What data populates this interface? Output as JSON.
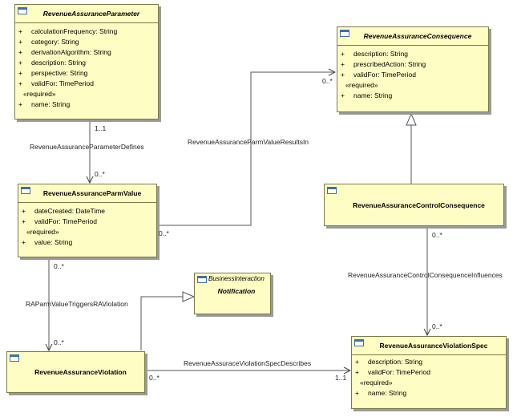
{
  "classes": {
    "param": {
      "name": "RevenueAssuranceParameter",
      "attributes": [
        {
          "vis": "+",
          "text": "calculationFrequency: String"
        },
        {
          "vis": "+",
          "text": "category: String"
        },
        {
          "vis": "+",
          "text": "derivationAlgorithm: String"
        },
        {
          "vis": "+",
          "text": "description: String"
        },
        {
          "vis": "+",
          "text": "perspective: String"
        },
        {
          "vis": "+",
          "text": "validFor: TimePeriod"
        }
      ],
      "stereotype": "«required»",
      "required": [
        {
          "vis": "+",
          "text": "name: String"
        }
      ]
    },
    "consequence": {
      "name": "RevenueAssuranceConsequence",
      "attributes": [
        {
          "vis": "+",
          "text": "description: String"
        },
        {
          "vis": "+",
          "text": "prescribedAction: String"
        },
        {
          "vis": "+",
          "text": "validFor: TimePeriod"
        }
      ],
      "stereotype": "«required»",
      "required": [
        {
          "vis": "+",
          "text": "name: String"
        }
      ]
    },
    "parmvalue": {
      "name": "RevenueAssuranceParmValue",
      "attributes": [
        {
          "vis": "+",
          "text": "dateCreated: DateTime"
        },
        {
          "vis": "+",
          "text": "validFor: TimePeriod"
        }
      ],
      "stereotype": "«required»",
      "required": [
        {
          "vis": "+",
          "text": "value: String"
        }
      ]
    },
    "controlconsequence": {
      "name": "RevenueAssuranceControlConsequence"
    },
    "notification": {
      "stereotype": "BusinessInteraction",
      "name": "Notification"
    },
    "violation": {
      "name": "RevenueAssuranceViolation"
    },
    "violationspec": {
      "name": "RevenueAssuranceViolationSpec",
      "attributes": [
        {
          "vis": "+",
          "text": "description: String"
        },
        {
          "vis": "+",
          "text": "validFor: TimePeriod"
        }
      ],
      "stereotype": "«required»",
      "required": [
        {
          "vis": "+",
          "text": "name: String"
        }
      ]
    }
  },
  "associations": {
    "parameterDefines": {
      "label": "RevenueAssuranceParameterDefines",
      "mult_a": "1..1",
      "mult_b": "0..*"
    },
    "resultsIn": {
      "label": "RevenueAssuranceParmValueResultsIn",
      "mult_a": "0..*",
      "mult_b": "0..*"
    },
    "triggers": {
      "label": "RAParmValueTriggersRAViolation",
      "mult_a": "0..*",
      "mult_b": "0..*"
    },
    "influences": {
      "label": "RevenueAssuranceControlConsequenceInfluences",
      "mult_a": "0..*",
      "mult_b": "0..*"
    },
    "specDescribes": {
      "label": "RevenueAssuraceViolationSpecDescribes",
      "mult_a": "0..*",
      "mult_b": "1..1"
    }
  },
  "colors": {
    "class_fill": "#fefec4",
    "class_border": "#7a7a4a",
    "icon_blue": "#3d6fb0",
    "line": "#555555"
  }
}
